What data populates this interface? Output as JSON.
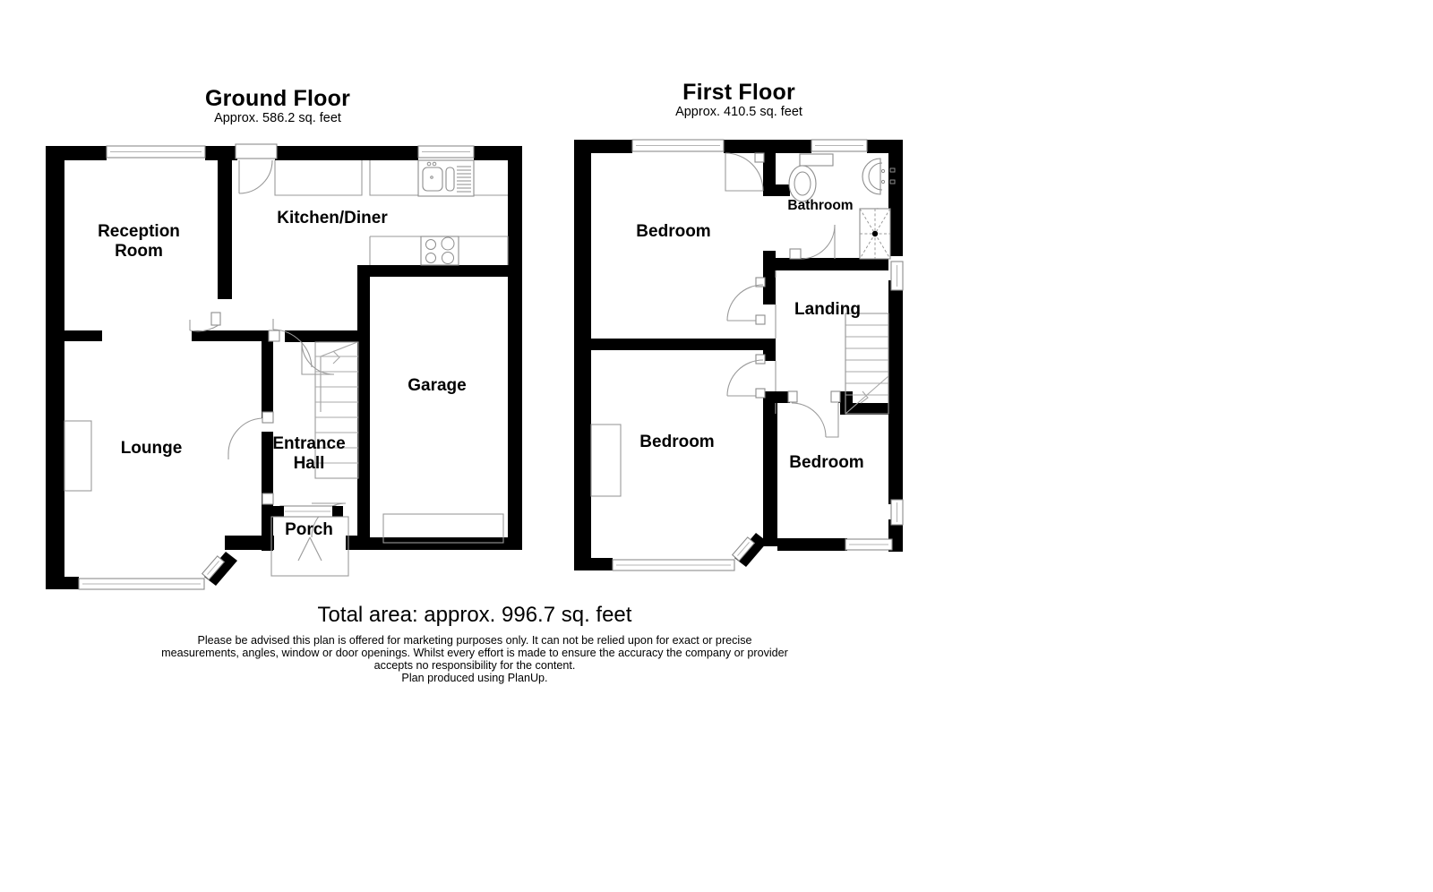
{
  "document": {
    "type": "floor-plan",
    "total_area_text": "Total area: approx. 996.7 sq. feet",
    "producer_text": "Plan produced using PlanUp.",
    "disclaimer_line1": "Please be advised this plan is offered for marketing purposes only. It can not be relied upon for exact or precise",
    "disclaimer_line2": "measurements, angles, window or door openings. Whilst every effort is made to ensure the accuracy the company or provider",
    "disclaimer_line3": "accepts no responsibility for the content."
  },
  "floors": [
    {
      "id": "ground",
      "title": "Ground Floor",
      "area": "Approx. 586.2 sq. feet",
      "rooms": [
        {
          "name": "reception-room",
          "label_line1": "Reception",
          "label_line2": "Room"
        },
        {
          "name": "kitchen-diner",
          "label_line1": "Kitchen/Diner",
          "label_line2": ""
        },
        {
          "name": "lounge",
          "label_line1": "Lounge",
          "label_line2": ""
        },
        {
          "name": "entrance-hall",
          "label_line1": "Entrance",
          "label_line2": "Hall"
        },
        {
          "name": "garage",
          "label_line1": "Garage",
          "label_line2": ""
        },
        {
          "name": "porch",
          "label_line1": "Porch",
          "label_line2": ""
        }
      ],
      "fixtures": [
        "kitchen-sink",
        "kitchen-hob",
        "staircase-up",
        "garage-door",
        "bay-window",
        "front-door"
      ]
    },
    {
      "id": "first",
      "title": "First Floor",
      "area": "Approx. 410.5 sq. feet",
      "rooms": [
        {
          "name": "bedroom-1",
          "label_line1": "Bedroom",
          "label_line2": ""
        },
        {
          "name": "bathroom",
          "label_line1": "Bathroom",
          "label_line2": ""
        },
        {
          "name": "landing",
          "label_line1": "Landing",
          "label_line2": ""
        },
        {
          "name": "bedroom-2",
          "label_line1": "Bedroom",
          "label_line2": ""
        },
        {
          "name": "bedroom-3",
          "label_line1": "Bedroom",
          "label_line2": ""
        }
      ],
      "fixtures": [
        "toilet",
        "wash-basin",
        "shower-tray",
        "staircase-down",
        "bay-window"
      ]
    }
  ],
  "colors": {
    "wall": "#000000",
    "background": "#ffffff",
    "thin_line": "#9a9a9a",
    "text": "#000000"
  }
}
